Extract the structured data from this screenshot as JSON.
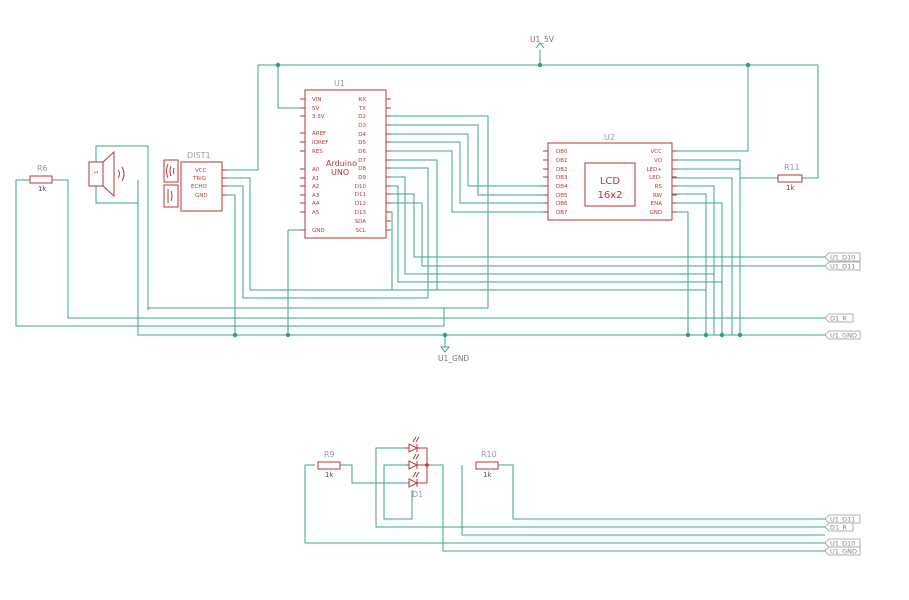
{
  "parts": {
    "u1": {
      "ref": "U1",
      "name1": "Arduino",
      "name2": "UNO",
      "left_pins": [
        "VIN",
        "5V",
        "3.3V",
        "AREF",
        "IOREF",
        "RES",
        "A0",
        "A1",
        "A2",
        "A3",
        "A4",
        "A5",
        "GND"
      ],
      "right_pins": [
        "RX",
        "TX",
        "D2",
        "D3",
        "D4",
        "D5",
        "D6",
        "D7",
        "D8",
        "D9",
        "D10",
        "D11",
        "D12",
        "D13",
        "SDA",
        "SCL"
      ]
    },
    "u2": {
      "ref": "U2",
      "lcd1": "LCD",
      "lcd2": "16x2",
      "left_pins": [
        "DB0",
        "DB1",
        "DB2",
        "DB3",
        "DB4",
        "DB5",
        "DB6",
        "DB7"
      ],
      "right_pins": [
        "VCC",
        "VO",
        "LED+",
        "LED-",
        "RS",
        "RW",
        "ENA",
        "GND"
      ]
    },
    "dist1": {
      "ref": "DIST1",
      "pins": [
        "VCC",
        "TRIG",
        "ECHO",
        "GND"
      ]
    },
    "speaker": {
      "pin": "1"
    },
    "r6": {
      "ref": "R6",
      "val": "1k"
    },
    "r9": {
      "ref": "R9",
      "val": "1k"
    },
    "r10": {
      "ref": "R10",
      "val": "1k"
    },
    "r11": {
      "ref": "R11",
      "val": "1k"
    },
    "d1": {
      "ref": "D1"
    }
  },
  "nets": {
    "power": "U1_5V",
    "ground": "U1_GND"
  },
  "labels": {
    "u1_d10": "U1_D10",
    "u1_d11": "U1_D11",
    "d1_r": "D1_R",
    "u1_gnd": "U1_GND",
    "low_d11": "U1_D11",
    "low_d1r": "D1_R",
    "low_d10": "U1_D10",
    "low_gnd": "U1_GND"
  },
  "colors": {
    "wire": "#3aa58b",
    "component": "#b33a3a",
    "label": "#9a9a9a"
  }
}
